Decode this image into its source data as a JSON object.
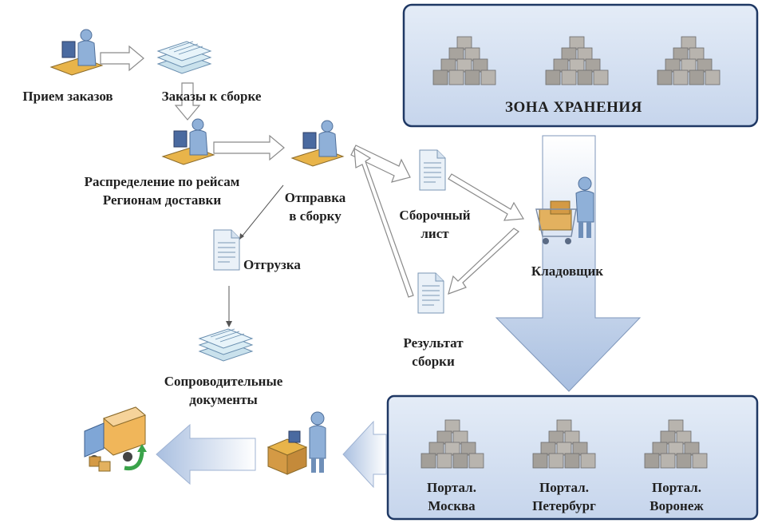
{
  "diagram": {
    "storage_zone": {
      "title": "ЗОНА ХРАНЕНИЯ"
    },
    "labels": {
      "order_intake": "Прием заказов",
      "orders_to_pick": "Заказы к сборке",
      "distribution": "Распределение по рейсам\nРегионам доставки",
      "send_to_pick": "Отправка\nв сборку",
      "pick_list": "Сборочный\nлист",
      "shipment": "Отгрузка",
      "storekeeper": "Кладовщик",
      "pick_result": "Результат\nсборки",
      "accompanying_docs": "Сопроводительные\nдокументы"
    },
    "portals": [
      {
        "label": "Портал.\nМосква"
      },
      {
        "label": "Портал.\nПетербург"
      },
      {
        "label": "Портал.\nВоронеж"
      }
    ],
    "colors": {
      "zone_fill": "#d6e2f3",
      "zone_border": "#1f3864",
      "arrow_blue": "#b9cce8"
    }
  }
}
